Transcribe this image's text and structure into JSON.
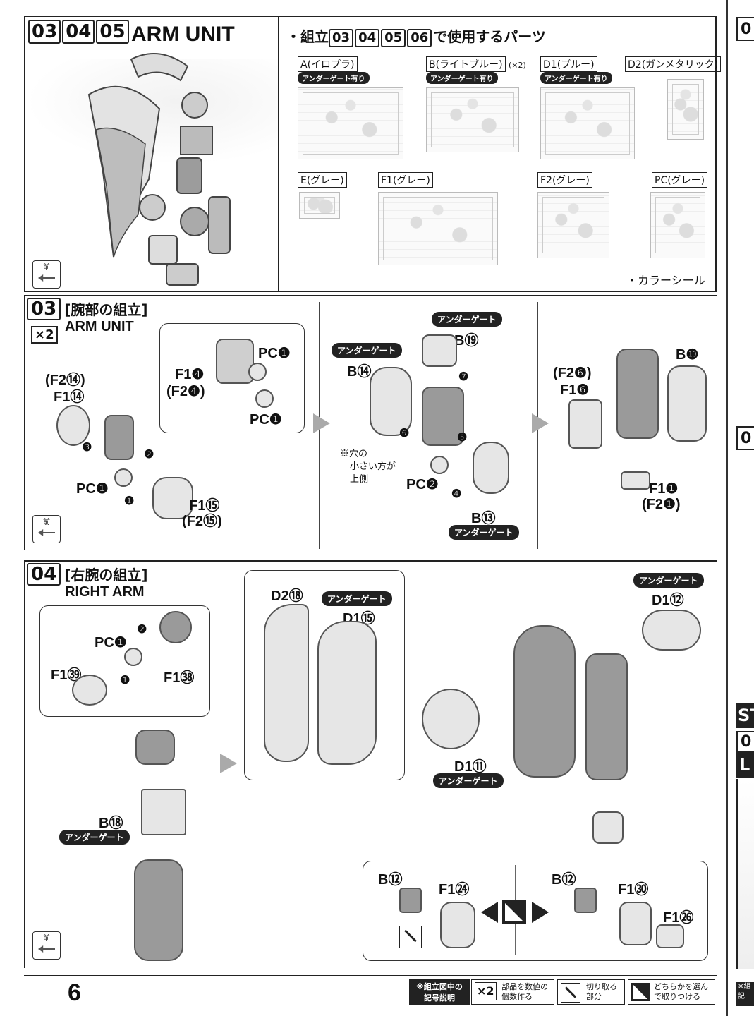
{
  "header": {
    "step_numbers": [
      "03",
      "04",
      "05"
    ],
    "title": "ARM UNIT",
    "front_label": "前"
  },
  "parts_list": {
    "heading_prefix": "・組立",
    "heading_steps": [
      "03",
      "04",
      "05",
      "06"
    ],
    "heading_suffix": "で使用するパーツ",
    "runners": [
      {
        "label": "A(イロプラ)",
        "note": "アンダーゲート有り",
        "qty": ""
      },
      {
        "label": "B(ライトブルー)",
        "note": "アンダーゲート有り",
        "qty": "(×2)"
      },
      {
        "label": "D1(ブルー)",
        "note": "アンダーゲート有り",
        "qty": ""
      },
      {
        "label": "D2(ガンメタリック)",
        "note": "",
        "qty": ""
      },
      {
        "label": "E(グレー)",
        "note": "",
        "qty": ""
      },
      {
        "label": "F1(グレー)",
        "note": "",
        "qty": ""
      },
      {
        "label": "F2(グレー)",
        "note": "",
        "qty": ""
      },
      {
        "label": "PC(グレー)",
        "note": "",
        "qty": ""
      }
    ],
    "sticker": "・カラーシール"
  },
  "step03": {
    "number": "03",
    "title_jp": "[腕部の組立]",
    "title_en": "ARM UNIT",
    "multiplier": "×2",
    "labels": {
      "f2_14": "(F2⑭)",
      "f1_14": "F1⑭",
      "f1_4": "F1❹",
      "f2_4": "(F2❹)",
      "pc1_a": "PC❶",
      "pc1_b": "PC❶",
      "pc1_c": "PC❶",
      "f1_15": "F1⑮",
      "f2_15": "(F2⑮)",
      "b19": "B⑲",
      "b14": "B⑭",
      "b13": "B⑬",
      "pc2": "PC❷",
      "hole_note_1": "※穴の",
      "hole_note_2": "小さい方が",
      "hole_note_3": "上側",
      "f2_6": "(F2❻)",
      "f1_6": "F1❻",
      "b10": "B❿",
      "f1_1": "F1❶",
      "f2_1": "(F2❶)"
    },
    "under_gate": "アンダーゲート",
    "steps": [
      "❶",
      "❷",
      "❸",
      "❹",
      "❺",
      "❻",
      "❼"
    ]
  },
  "step04": {
    "number": "04",
    "title_jp": "[右腕の組立]",
    "title_en": "RIGHT ARM",
    "labels": {
      "pc1": "PC❶",
      "f1_39": "F1㊴",
      "f1_38": "F1㊳",
      "b18": "B⑱",
      "d2_18": "D2⑱",
      "d1_15": "D1⑮",
      "d1_12": "D1⑫",
      "d1_11": "D1⑪",
      "b12_a": "B⑫",
      "f1_24": "F1㉔",
      "b12_b": "B⑫",
      "f1_30": "F1㉚",
      "f1_26": "F1㉖"
    },
    "under_gate": "アンダーゲート",
    "steps": [
      "❶",
      "❷"
    ]
  },
  "footer": {
    "page_number": "6",
    "legend_title_1": "※組立図中の",
    "legend_title_2": "記号説明",
    "legend_x2_symbol": "×2",
    "legend_x2_text_1": "部品を数値の",
    "legend_x2_text_2": "個数作る",
    "legend_cut_text_1": "切り取る",
    "legend_cut_text_2": "部分",
    "legend_choose_text_1": "どちらかを選ん",
    "legend_choose_text_2": "で取りつける"
  },
  "right_edge": {
    "fragments": [
      "0",
      "0",
      "0",
      "ST",
      "0",
      "L",
      "※組",
      "記"
    ]
  }
}
